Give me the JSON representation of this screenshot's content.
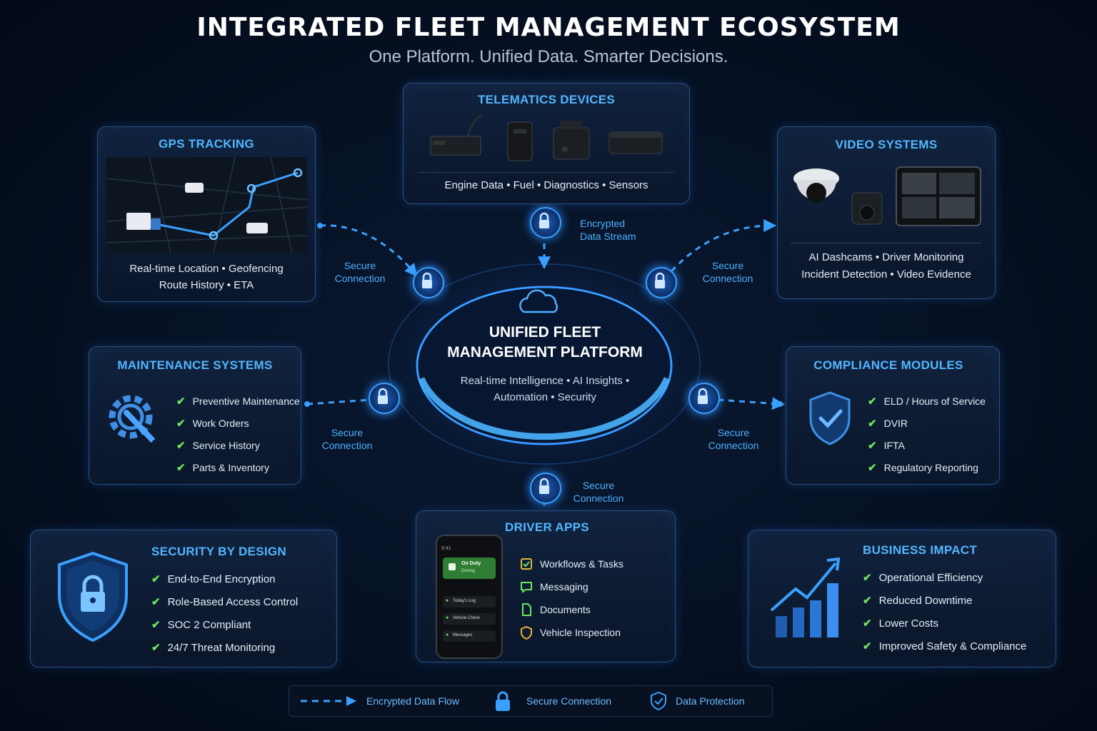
{
  "header": {
    "title": "INTEGRATED FLEET MANAGEMENT ECOSYSTEM",
    "subtitle": "One Platform. Unified Data. Smarter Decisions."
  },
  "center": {
    "title_line1": "UNIFIED FLEET",
    "title_line2": "MANAGEMENT PLATFORM",
    "desc_line1": "Real-time Intelligence  •  AI Insights  •",
    "desc_line2": "Automation  •  Security"
  },
  "telematics": {
    "title": "TELEMATICS DEVICES",
    "features": "Engine Data  •  Fuel  •  Diagnostics  •  Sensors"
  },
  "gps": {
    "title": "GPS TRACKING",
    "line1": "Real-time Location  •  Geofencing",
    "line2": "Route History  •  ETA"
  },
  "video": {
    "title": "VIDEO SYSTEMS",
    "line1": "AI Dashcams  •  Driver Monitoring",
    "line2": "Incident Detection  •  Video Evidence"
  },
  "maintenance": {
    "title": "MAINTENANCE SYSTEMS",
    "items": [
      "Preventive Maintenance",
      "Work Orders",
      "Service History",
      "Parts & Inventory"
    ]
  },
  "compliance": {
    "title": "COMPLIANCE MODULES",
    "items": [
      "ELD / Hours of Service",
      "DVIR",
      "IFTA",
      "Regulatory Reporting"
    ]
  },
  "security": {
    "title": "SECURITY BY DESIGN",
    "items": [
      "End-to-End Encryption",
      "Role-Based Access Control",
      "SOC 2 Compliant",
      "24/7 Threat Monitoring"
    ]
  },
  "driver": {
    "title": "DRIVER APPS",
    "items": [
      "Workflows & Tasks",
      "Messaging",
      "Documents",
      "Vehicle Inspection"
    ],
    "phone": {
      "status_title": "On Duty",
      "status_sub": "Driving",
      "rows": [
        "Today's Log",
        "Vehicle Check",
        "Messages"
      ]
    }
  },
  "business": {
    "title": "BUSINESS IMPACT",
    "items": [
      "Operational Efficiency",
      "Reduced Downtime",
      "Lower Costs",
      "Improved Safety & Compliance"
    ]
  },
  "connections": {
    "encrypted_stream_1": "Encrypted",
    "encrypted_stream_2": "Data Stream",
    "secure_1": "Secure",
    "secure_2": "Connection"
  },
  "legend": {
    "flow": "Encrypted Data Flow",
    "secure": "Secure Connection",
    "protection": "Data Protection"
  },
  "colors": {
    "accent": "#52b6ff",
    "check": "#6ee45f",
    "card_border": "#2a4f80",
    "background": "#061226"
  }
}
